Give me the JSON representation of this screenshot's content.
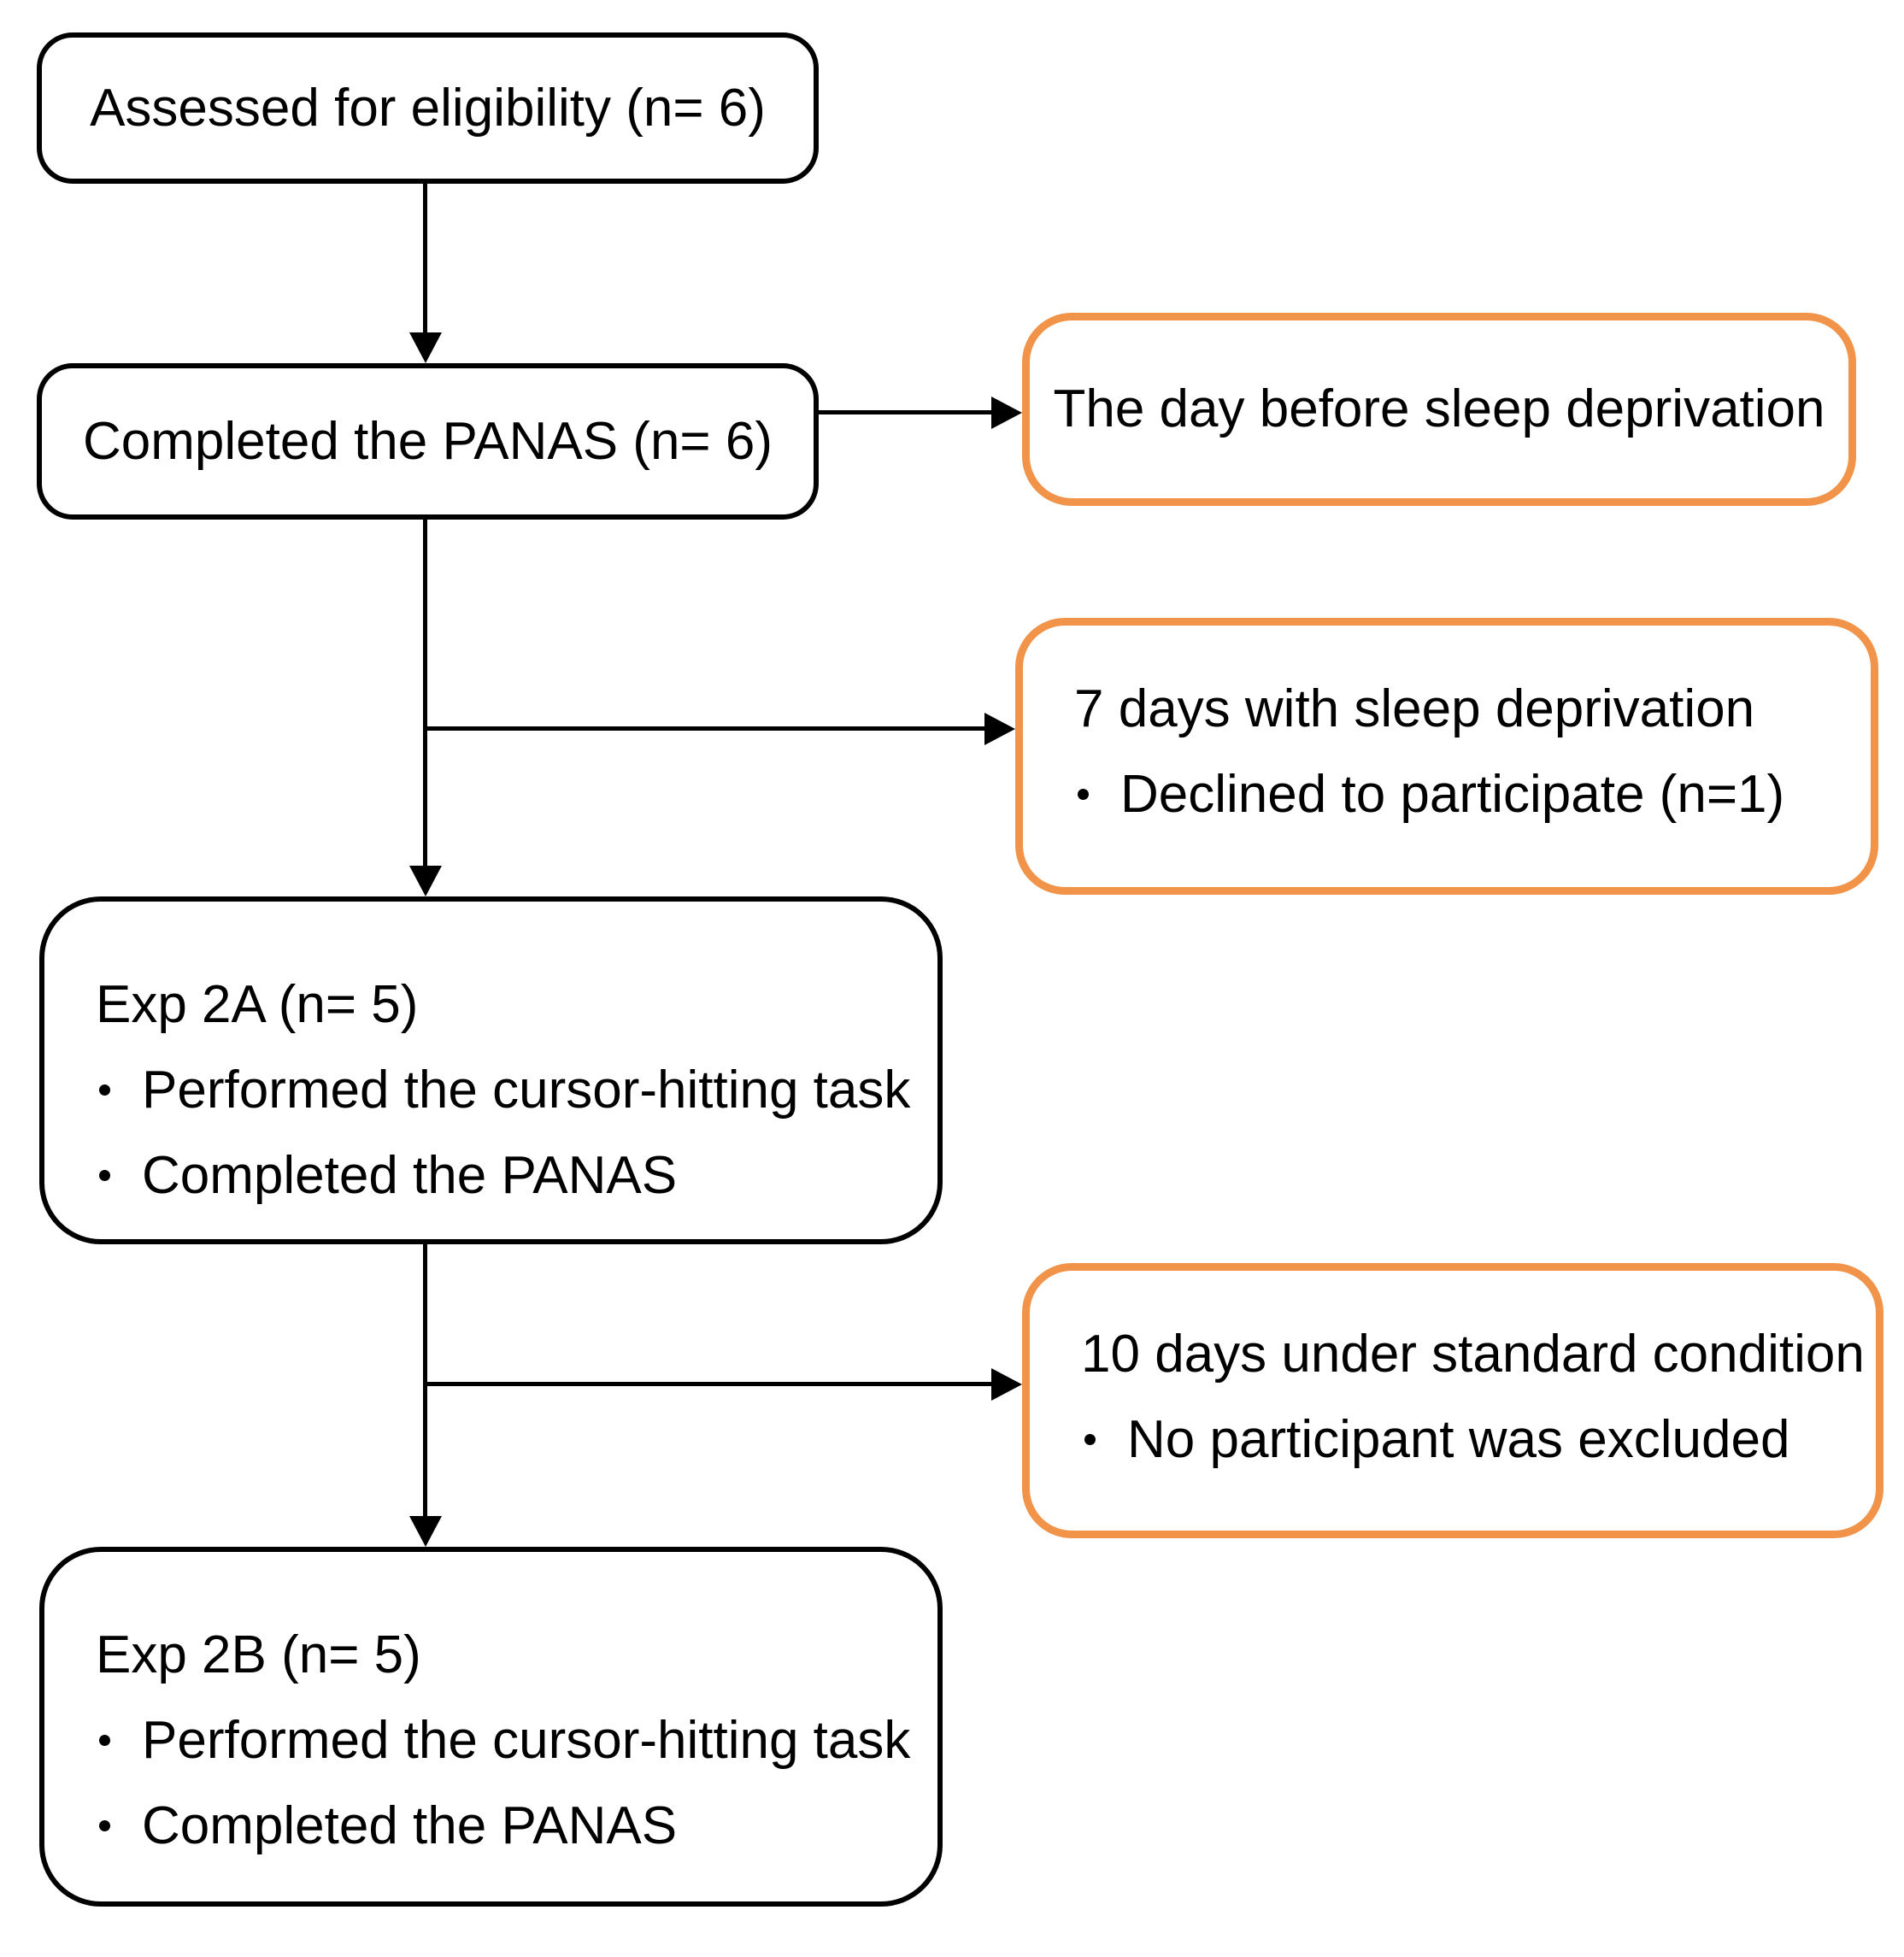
{
  "flow": {
    "colors": {
      "accent_orange": "#F1944A",
      "line_black": "#000000"
    },
    "nodes": {
      "assessed": {
        "title": "Assessed for eligibility (n= 6)"
      },
      "panas": {
        "title": "Completed the PANAS (n= 6)"
      },
      "day_before": {
        "title": "The day before sleep deprivation"
      },
      "sleep_dep": {
        "title": "7 days with sleep deprivation",
        "bullets": [
          "Declined to participate (n=1)"
        ]
      },
      "exp2a": {
        "title": "Exp 2A (n= 5)",
        "bullets": [
          "Performed the cursor-hitting task",
          "Completed the PANAS"
        ]
      },
      "standard": {
        "title": "10 days under standard condition",
        "bullets": [
          "No participant was excluded"
        ]
      },
      "exp2b": {
        "title": "Exp 2B (n= 5)",
        "bullets": [
          "Performed the cursor-hitting task",
          "Completed the PANAS"
        ]
      }
    }
  }
}
